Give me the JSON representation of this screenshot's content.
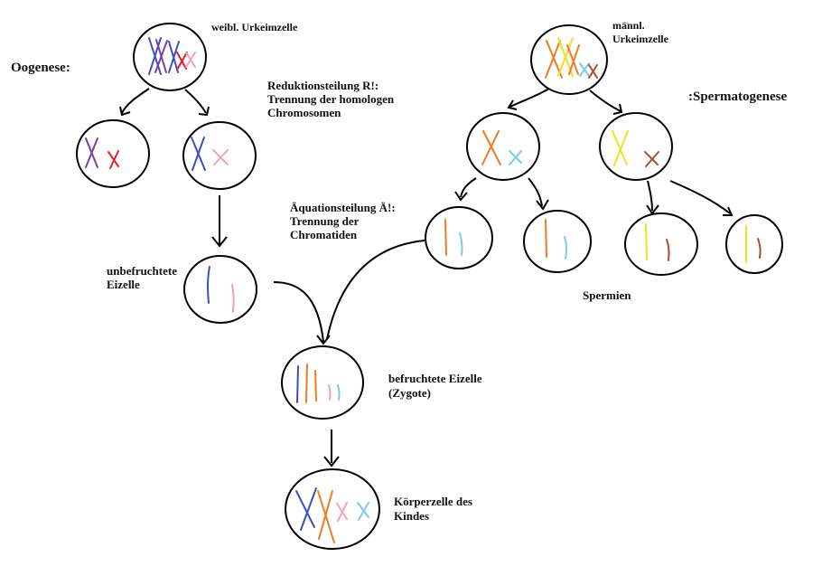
{
  "labels": {
    "oogenese": "Oogenese:",
    "weibl_urkeimzelle": "weibl. Urkeimzelle",
    "maennl_urkeimzelle_1": "männl.",
    "maennl_urkeimzelle_2": "Urkeimzelle",
    "spermatogenese": ":Spermatogenese",
    "reduktion_1": "Reduktionsteilung R!:",
    "reduktion_2": "Trennung der homologen",
    "reduktion_3": "Chromosomen",
    "aequation_1": "Äquationsteilung Ä!:",
    "aequation_2": "Trennung der",
    "aequation_3": "Chromatiden",
    "unbefruchtete_1": "unbefruchtete",
    "unbefruchtete_2": "Eizelle",
    "spermien": "Spermien",
    "befruchtete_1": "befruchtete Eizelle",
    "befruchtete_2": "(Zygote)",
    "koerper_1": "Körperzelle des",
    "koerper_2": "Kindes"
  },
  "colors": {
    "outline": "#000000",
    "blue": "#3b4fc4",
    "purple": "#7a3fa8",
    "red": "#e0202a",
    "pink": "#f2a0c0",
    "orange": "#f07a20",
    "yellow": "#f2e020",
    "lightblue": "#7ccbe8",
    "brown": "#a0522d"
  }
}
